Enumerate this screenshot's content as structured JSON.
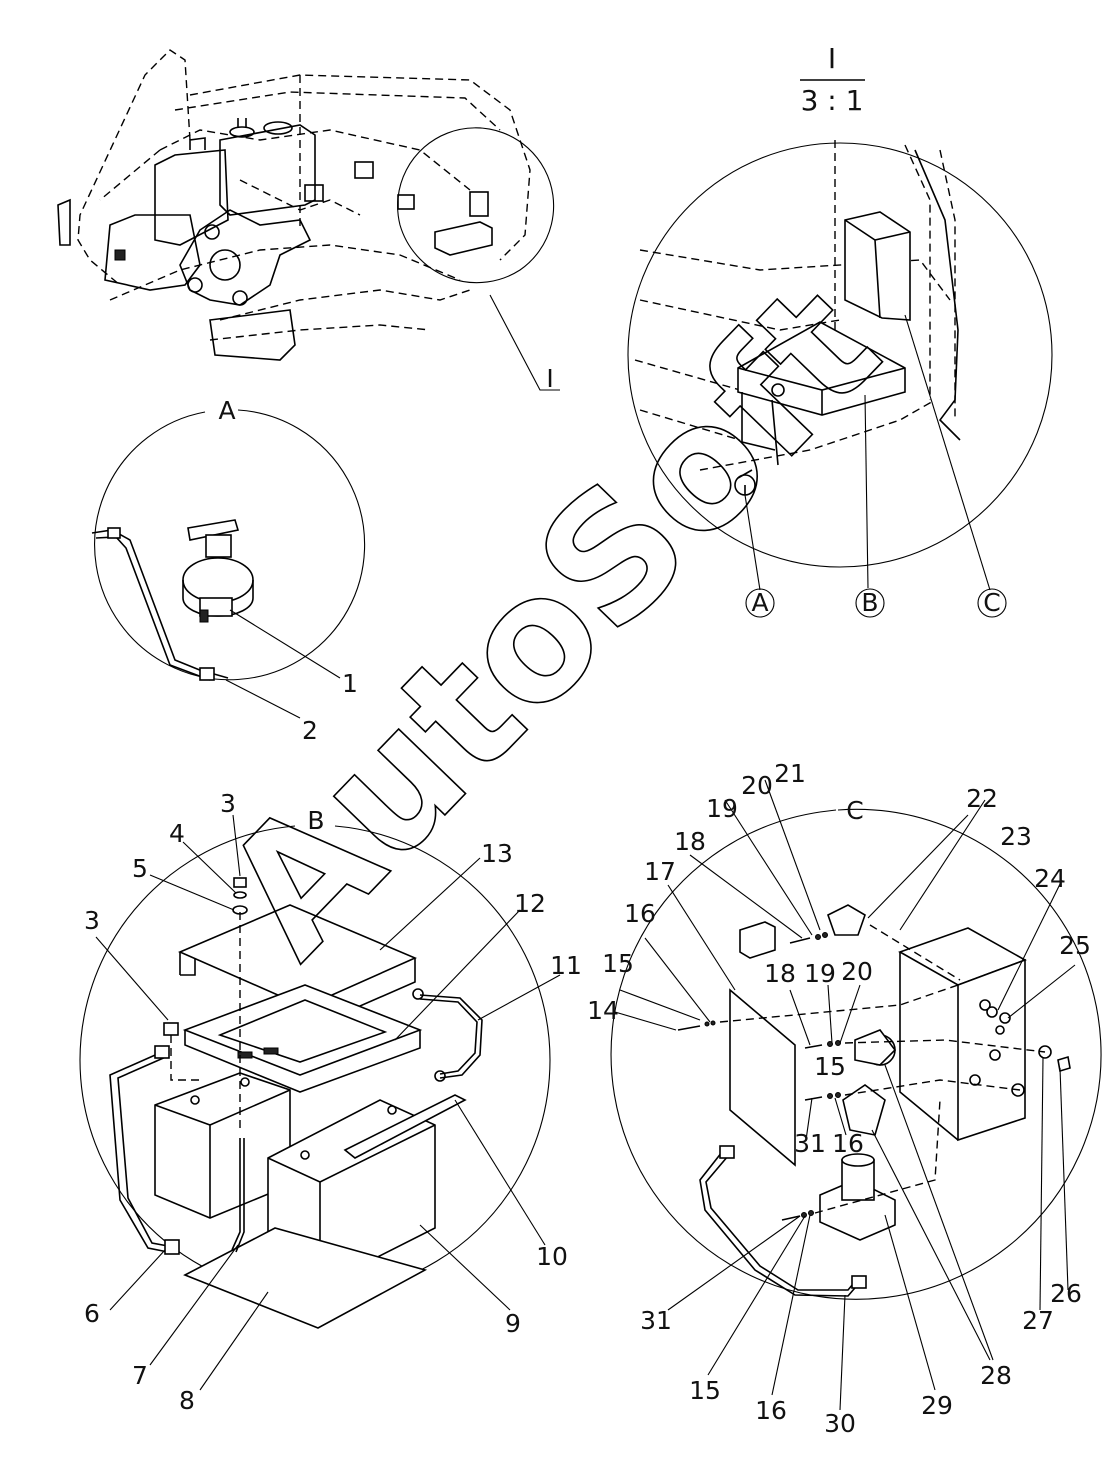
{
  "detail": {
    "name": "I",
    "scale": "3 : 1",
    "leader_label": "I"
  },
  "view_labels": {
    "a": "A",
    "b": "B",
    "c": "C"
  },
  "callouts": {
    "a": "A",
    "b": "B",
    "c": "C"
  },
  "watermark": "AutoSoft",
  "part_numbers": {
    "p1": "1",
    "p2": "2",
    "p3": "3",
    "p3b": "3",
    "p4": "4",
    "p5": "5",
    "p6": "6",
    "p7": "7",
    "p8": "8",
    "p9": "9",
    "p10": "10",
    "p11": "11",
    "p12": "12",
    "p13": "13",
    "p14": "14",
    "p15": "15",
    "p15b": "15",
    "p15c": "15",
    "p16": "16",
    "p16b": "16",
    "p16c": "16",
    "p17": "17",
    "p18": "18",
    "p18b": "18",
    "p19": "19",
    "p19b": "19",
    "p20": "20",
    "p20b": "20",
    "p21": "21",
    "p22": "22",
    "p23": "23",
    "p24": "24",
    "p25": "25",
    "p26": "26",
    "p27": "27",
    "p28": "28",
    "p29": "29",
    "p30": "30",
    "p31": "31",
    "p31b": "31"
  }
}
